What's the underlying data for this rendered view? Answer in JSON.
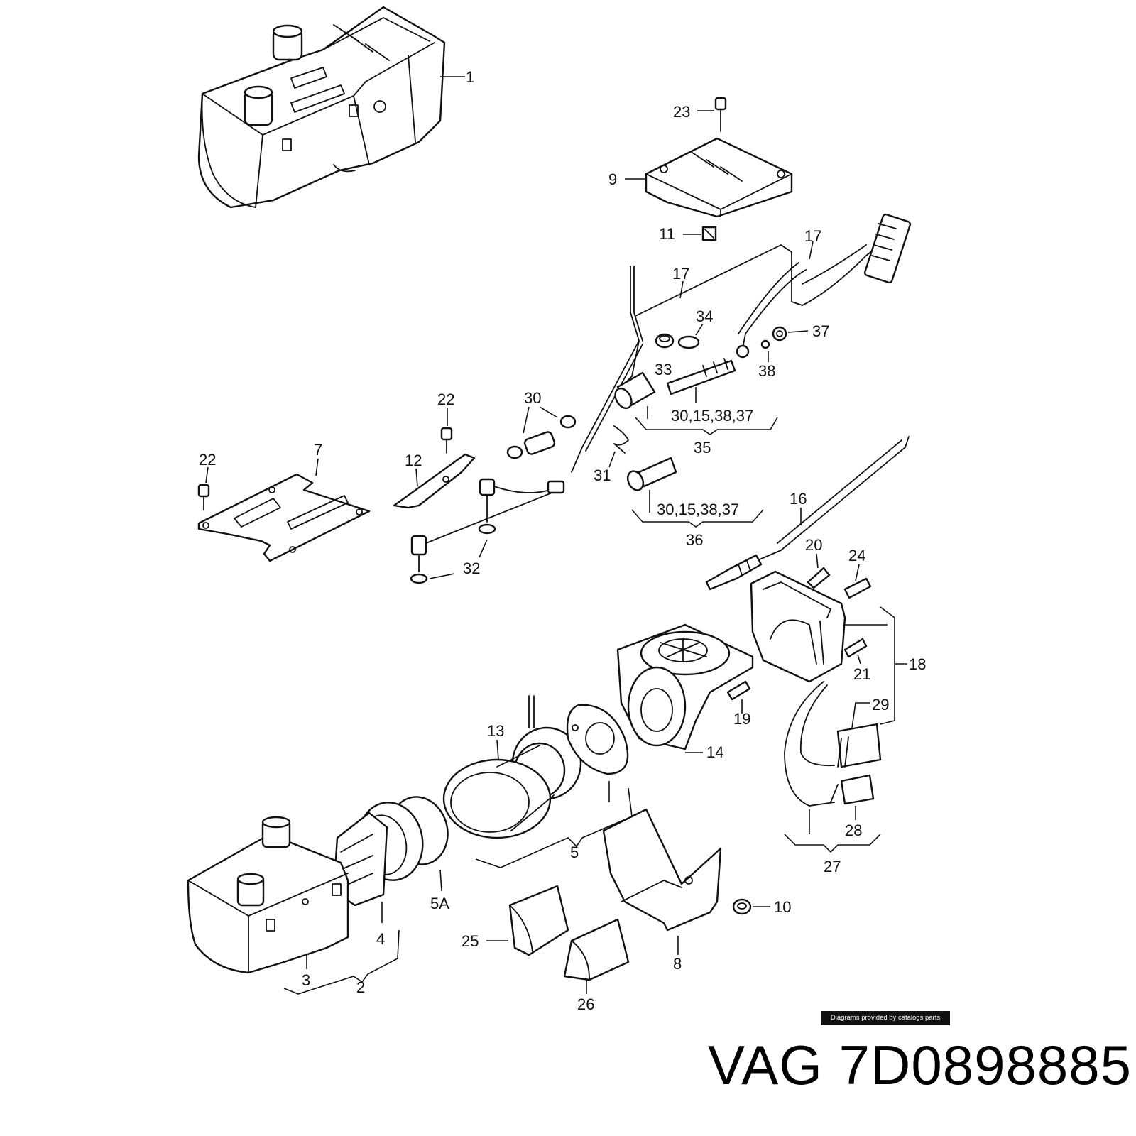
{
  "callouts": {
    "c1": "1",
    "c23": "23",
    "c9": "9",
    "c11": "11",
    "c17a": "17",
    "c17b": "17",
    "c34": "34",
    "c37": "37",
    "c33": "33",
    "c38": "38",
    "c30a": "30",
    "c30_15_38_37a": "30,15,38,37",
    "c35": "35",
    "c22a": "22",
    "c22b": "22",
    "c7": "7",
    "c12": "12",
    "c31": "31",
    "c30_15_38_37b": "30,15,38,37",
    "c36": "36",
    "c32": "32",
    "c16": "16",
    "c20": "20",
    "c24": "24",
    "c18": "18",
    "c21": "21",
    "c19": "19",
    "c29": "29",
    "c13": "13",
    "c14": "14",
    "c28": "28",
    "c5": "5",
    "c27": "27",
    "c5a": "5A",
    "c10": "10",
    "c25": "25",
    "c4": "4",
    "c8": "8",
    "c3": "3",
    "c2": "2",
    "c26": "26"
  },
  "credit": "Diagrams provided by catalogs parts",
  "brand": "VAG",
  "part_number": "7D0898885"
}
